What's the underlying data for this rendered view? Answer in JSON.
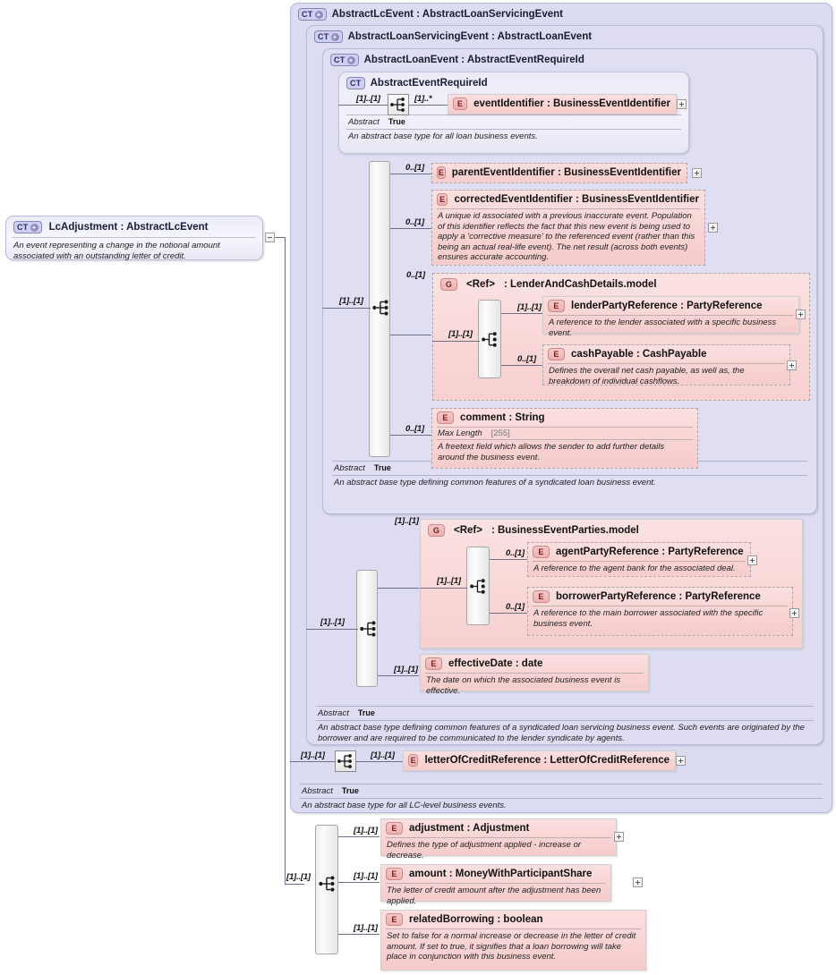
{
  "diagram": {
    "kind": "xsd-complextype-diagram",
    "root": {
      "badge": "CT",
      "badge_expand": "+",
      "title": "LcAdjustment : AbstractLcEvent",
      "doc": "An event representing a change in the notional amount associated with an outstanding letter of credit.",
      "collapse_stub": "-"
    }
  },
  "containers": [
    {
      "id": "ct1",
      "badge": "CT",
      "badge_expand": "+",
      "title": "AbstractLcEvent : AbstractLoanServicingEvent",
      "abstract_label": "Abstract",
      "abstract_value": "True",
      "doc": "An abstract base type for all LC-level business events."
    },
    {
      "id": "ct2",
      "badge": "CT",
      "badge_expand": "+",
      "title": "AbstractLoanServicingEvent : AbstractLoanEvent",
      "abstract_label": "Abstract",
      "abstract_value": "True",
      "doc": "An abstract base type defining common features of a syndicated loan servicing business event. Such events are originated by the borrower and are required to be communicated to the lender syndicate by agents."
    },
    {
      "id": "ct3",
      "badge": "CT",
      "badge_expand": "+",
      "title": "AbstractLoanEvent : AbstractEventRequireId",
      "abstract_label": "Abstract",
      "abstract_value": "True",
      "doc": "An abstract base type defining common features of a syndicated loan business event."
    },
    {
      "id": "ct4",
      "badge": "CT",
      "title": "AbstractEventRequireId",
      "abstract_label": "Abstract",
      "abstract_value": "True",
      "doc": "An abstract base type for all loan business events."
    }
  ],
  "elements": {
    "eventIdentifier": {
      "badge": "E",
      "title": "eventIdentifier : BusinessEventIdentifier",
      "cardinality": "[1]..*"
    },
    "parentEventIdentifier": {
      "badge": "E",
      "title": "parentEventIdentifier : BusinessEventIdentifier",
      "cardinality": "0..[1]"
    },
    "correctedEventIdentifier": {
      "badge": "E",
      "title": "correctedEventIdentifier : BusinessEventIdentifier",
      "cardinality": "0..[1]",
      "doc": "A unique id associated with a previous inaccurate event. Population of this identifier reflects the fact that this new event is being used to apply a 'corrective measure' to the referenced event (rather than this being an actual real-life event). The net result (across both events) ensures accurate accounting."
    },
    "lenderPartyReference": {
      "badge": "E",
      "title": "lenderPartyReference : PartyReference",
      "cardinality": "[1]..[1]",
      "doc": "A reference to the lender associated with a specific business event."
    },
    "cashPayable": {
      "badge": "E",
      "title": "cashPayable : CashPayable",
      "cardinality": "0..[1]",
      "doc": "Defines the overall net cash payable, as well as, the breakdown of individual cashflows."
    },
    "comment": {
      "badge": "E",
      "title": "comment : String",
      "cardinality": "0..[1]",
      "prop_name": "Max Length",
      "prop_value": "[255]",
      "doc": "A freetext field which allows the sender to add further details around the business event."
    },
    "agentPartyReference": {
      "badge": "E",
      "title": "agentPartyReference : PartyReference",
      "cardinality": "0..[1]",
      "doc": "A reference to the agent bank for the associated deal."
    },
    "borrowerPartyReference": {
      "badge": "E",
      "title": "borrowerPartyReference : PartyReference",
      "cardinality": "0..[1]",
      "doc": "A reference to the main borrower associated with the specific business event."
    },
    "effectiveDate": {
      "badge": "E",
      "title": "effectiveDate : date",
      "cardinality": "[1]..[1]",
      "doc": "The date on which the associated business event is effective."
    },
    "letterOfCreditReference": {
      "badge": "E",
      "title": "letterOfCreditReference : LetterOfCreditReference",
      "cardinality": "[1]..[1]"
    },
    "adjustment": {
      "badge": "E",
      "title": "adjustment : Adjustment",
      "cardinality": "[1]..[1]",
      "doc": "Defines the type of adjustment applied - increase or decrease."
    },
    "amount": {
      "badge": "E",
      "title": "amount   : MoneyWithParticipantShare",
      "cardinality": "[1]..[1]",
      "doc": "The letter of credit amount after the adjustment has been applied."
    },
    "relatedBorrowing": {
      "badge": "E",
      "title": "relatedBorrowing : boolean",
      "cardinality": "[1]..[1]",
      "doc": "Set to false for a normal increase or decrease in the letter of credit amount. If set to true, it signifies that a loan borrowing will take place in conjunction with this business event."
    }
  },
  "groups": {
    "lenderAndCashDetails": {
      "badge": "G",
      "ref": "<Ref>",
      "title": ": LenderAndCashDetails.model",
      "cardinality": "0..[1]",
      "inner_cardinality": "[1]..[1]"
    },
    "businessEventParties": {
      "badge": "G",
      "ref": "<Ref>",
      "title": ": BusinessEventParties.model",
      "cardinality": "[1]..[1]",
      "inner_cardinality": "[1]..[1]"
    }
  },
  "sequences": {
    "ct4_seq": {
      "cardinality": "[1]..[1]"
    },
    "ct3_seq": {
      "cardinality": "[1]..[1]"
    },
    "ct2_seq": {
      "cardinality": "[1]..[1]"
    },
    "ct1_seq": {
      "cardinality": "[1]..[1]",
      "right_cardinality": "[1]..[1]"
    },
    "root_seq": {
      "cardinality": "[1]..[1]"
    }
  },
  "stubs": {
    "plus": "+",
    "minus": "-"
  }
}
